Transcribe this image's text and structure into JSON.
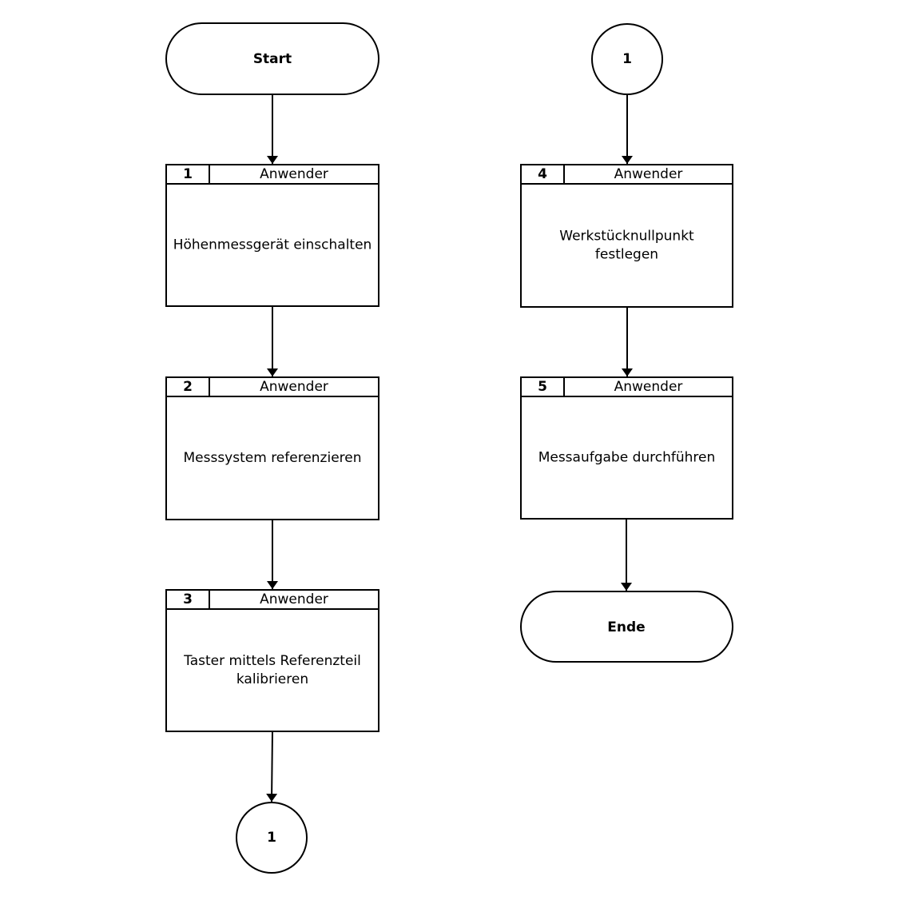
{
  "start": {
    "label": "Start"
  },
  "end": {
    "label": "Ende"
  },
  "connector_out": {
    "label": "1"
  },
  "connector_in": {
    "label": "1"
  },
  "steps": [
    {
      "number": "1",
      "role": "Anwender",
      "lines": [
        "Höhenmessgerät einschalten"
      ]
    },
    {
      "number": "2",
      "role": "Anwender",
      "lines": [
        "Messsystem referenzieren"
      ]
    },
    {
      "number": "3",
      "role": "Anwender",
      "lines": [
        "Taster mittels Referenzteil",
        "kalibrieren"
      ]
    },
    {
      "number": "4",
      "role": "Anwender",
      "lines": [
        "Werkstücknullpunkt",
        "festlegen"
      ]
    },
    {
      "number": "5",
      "role": "Anwender",
      "lines": [
        "Messaufgabe durchführen"
      ]
    }
  ],
  "colors": {
    "stroke": "#000000",
    "fill": "#ffffff",
    "text": "#000000"
  }
}
